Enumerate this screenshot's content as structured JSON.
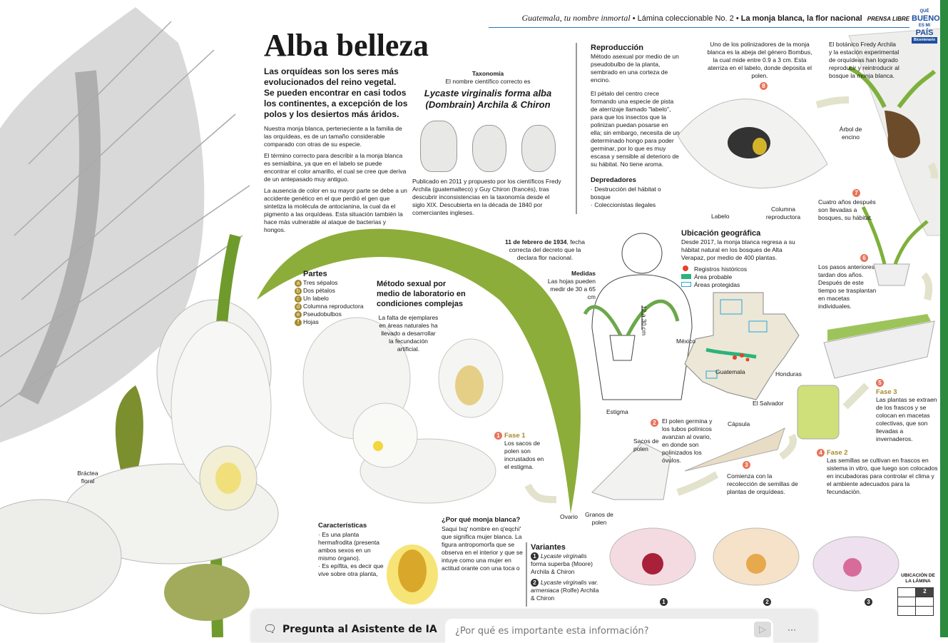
{
  "header": {
    "series": "Guatemala, tu nombre inmortal",
    "sep": " • ",
    "sheet": "Lámina coleccionable No. 2",
    "sep2": " • ",
    "subject": "La monja blanca, la flor nacional",
    "brand": "PRENSA LIBRE",
    "logo_line1": "QUÉ",
    "logo_line2": "BUENO",
    "logo_line3": "ES MI",
    "logo_line4": "PAÍS",
    "logo_line5": "Bicentenario"
  },
  "title": "Alba belleza",
  "intro": "Las orquídeas son los seres más evolucionados del reino vegetal. Se pueden encontrar en casi todos los continentes, a excepción de los polos y los desiertos más áridos.",
  "body": [
    "Nuestra  monja blanca, perteneciente a la familia de las orquídeas, es de un tamaño considerable comparado con otras de su especie.",
    "El término correcto para describir a la monja blanca es semialbina, ya que en el labelo se puede encontrar el color amarillo, el cual se cree que deriva de un antepasado muy antiguo.",
    "La ausencia de color en su mayor parte se debe a un accidente genético en el que perdió el gen que sintetiza la molécula de antocianina, la cual da el pigmento a las orquídeas.  Esta situación también la hace más vulnerable al ataque de bacterias y hongos."
  ],
  "taxonomy": {
    "title": "Taxonomía",
    "subtitle": "El nombre científico correcto es",
    "name": "Lycaste virginalis forma alba (Dombrain) Archila & Chiron",
    "published": "Publicado en 2011 y propuesto por los científicos Fredy Archila (guatemalteco) y Guy Chiron (francés), tras descubrir inconsistencias en la taxonomía desde el siglo XIX. Descubierta en la década de 1840 por comerciantes ingleses."
  },
  "reproduction": {
    "title": "Reproducción",
    "p1": "Método asexual por medio de un pseudobulbo de la planta, sembrado en una corteza de encino.",
    "p2": "El pétalo del centro crece formando una especie de pista de aterrizaje llamado \"labelo\", para que los insectos que la polinizan puedan posarse en ella; sin embargo, necesita de un determinado hongo para poder germinar, por lo que es muy escasa y sensible al deterioro de su hábitat. No tiene aroma.",
    "predators_title": "Depredadores",
    "predators": [
      "· Destrucción del hábitat o bosque",
      "· Coleccionistas ilegales"
    ]
  },
  "bee": {
    "num": "8",
    "text": "Uno de los polinizadores de la monja blanca es la abeja del género Bombus, la cual mide entre 0.9 a 3 cm. Esta aterriza en el labelo, donde deposita el polen.",
    "labelo": "Labelo",
    "columna": "Columna reproductora"
  },
  "botanist": {
    "text": "El botánico Fredy Archila y la estación experimental de orquídeas han logrado reproducir y reintroducir al bosque la monja blanca.",
    "tree": "Árbol de encino",
    "num": "7",
    "step7": "Cuatro años después son llevadas a bosques, su hábitat."
  },
  "decree": {
    "bold": "11 de febrero de 1934",
    "rest": ", fecha correcta del decreto que la declara flor nacional."
  },
  "measures": {
    "title": "Medidas",
    "text": "Las hojas pueden medir de 30 a 65 cm",
    "height": "12 a 30 cm"
  },
  "geo": {
    "title": "Ubicación geográfica",
    "text": "Desde 2017, la monja blanca regresa a su hábitat natural en los bosques de Alta Verapaz, por medio de 400 plantas.",
    "legend": [
      "Registros históricos",
      "Área probable",
      "Áreas protegidas"
    ],
    "countries": [
      "México",
      "Guatemala",
      "Honduras",
      "El Salvador"
    ],
    "colors": {
      "records": "#e8412c",
      "probable": "#2bb37a",
      "protected": "#2aa6d9"
    }
  },
  "steps": {
    "s6": {
      "num": "6",
      "text": "Los pasos anteriores tardan dos años. Después de este tiempo se trasplantan en macetas individuales."
    },
    "s5": {
      "num": "5",
      "title": "Fase 3",
      "text": "Las plantas se extraen de los frascos y se colocan en macetas colectivas, que son llevadas a invernaderos."
    },
    "s4": {
      "num": "4",
      "title": "Fase 2",
      "text": "Las semillas se cultivan en frascos en sistema in vitro, que luego son colocados en incubadoras para controlar el clima y el ambiente adecuados para la fecundación."
    },
    "s1": {
      "num": "1",
      "title": "Fase 1",
      "text": "Los sacos de polen son incrustados en el estigma."
    },
    "s2": {
      "num": "2",
      "text": "El polen germina y los tubos polínicos avanzan al ovario, en donde son polinizados los óvulos."
    },
    "s3": {
      "num": "3",
      "text": "Comienza con la recolección de semillas de plantas de orquídeas."
    }
  },
  "labels": {
    "estigma": "Estigma",
    "sacos": "Sacos de polen",
    "capsula": "Cápsula",
    "ovario": "Ovario",
    "granos": "Granos de polen",
    "bractea": "Bráctea floral"
  },
  "parts": {
    "title": "Partes",
    "items": [
      {
        "k": "a",
        "v": "Tres sépalos"
      },
      {
        "k": "b",
        "v": "Dos pétalos"
      },
      {
        "k": "c",
        "v": "Un labelo"
      },
      {
        "k": "d",
        "v": "Columna reproductora"
      },
      {
        "k": "e",
        "v": "Pseudobulbos"
      },
      {
        "k": "f",
        "v": "Hojas"
      }
    ]
  },
  "sexual": {
    "title": "Método sexual por medio de laboratorio en condiciones complejas",
    "text": "La falta de ejemplares en áreas naturales ha llevado a desarrollar la fecundación artificial."
  },
  "features": {
    "title": "Características",
    "items": [
      "· Es una planta hermafrodita (presenta ambos sexos en un mismo órgano).",
      "· Es epífita, es decir que vive sobre otra planta,"
    ]
  },
  "why": {
    "title": "¿Por qué monja blanca?",
    "text": "Saqui Ixq' nombre en q'eqchí' que significa mujer blanca. La figura antropomorfa que se observa en el interior y que se intuye como una mujer en actitud orante con una toca o"
  },
  "variants": {
    "title": "Variantes",
    "items": [
      {
        "num": "1",
        "italic": "Lycaste virginalis",
        "rest": " forma superba (Moore) Archila & Chiron"
      },
      {
        "num": "2",
        "italic": "Lycaste virginalis var. armeniaca",
        "rest": " (Rolfe) Archila & Chiron"
      }
    ],
    "nums": [
      "1",
      "2",
      "3"
    ]
  },
  "sheet_location": {
    "title": "UBICACIÓN DE LA LÁMINA",
    "active": "2"
  },
  "assistant": {
    "title": "Pregunta al Asistente de IA",
    "placeholder": "¿Por qué es importante esta información?",
    "more": "···"
  }
}
